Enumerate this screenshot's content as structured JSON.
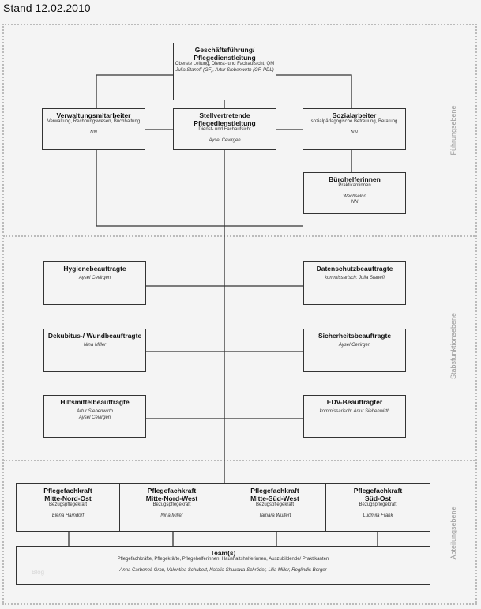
{
  "title": "Stand 12.02.2010",
  "levels": [
    "Führungsebene",
    "Stabsfunktionsebene",
    "Abteilungsebene"
  ],
  "boxes": {
    "gf": {
      "title": "Geschäftsführung/ Pflegedienstleitung",
      "subtitle": "Oberste Leitung, Dienst- und Fachaufsicht, QM",
      "person": "Julia Staneff (GF), Artur Siebenwirth (GF, PDL)"
    },
    "verwaltung": {
      "title": "Verwaltungsmitarbeiter",
      "subtitle": "Verwaltung, Rechnungswesen, Buchhaltung",
      "person": "NN"
    },
    "stellv": {
      "title": "Stellvertretende Pflegedienstleitung",
      "subtitle": "Dienst- und Fachaufsicht",
      "person": "Aysel Cevirgen"
    },
    "sozial": {
      "title": "Sozialarbeiter",
      "subtitle": "sozialpädagogische Betreuung, Beratung",
      "person": "NN"
    },
    "buero": {
      "title": "Bürohelferinnen",
      "subtitle": "Praktikantinnen",
      "person": "Wechselnd",
      "person2": "NN"
    },
    "hygiene": {
      "title": "Hygienebeauftragte",
      "person": "Aysel Cevirgen"
    },
    "datenschutz": {
      "title": "Datenschutzbeauftragte",
      "person": "kommissarisch: Julia Staneff"
    },
    "dekubitus": {
      "title": "Dekubitus-/ Wundbeauftragte",
      "person": "Nina Miller"
    },
    "sicherheit": {
      "title": "Sicherheitsbeauftragte",
      "person": "Aysel Cevirgen"
    },
    "hilfsmittel": {
      "title": "Hilfsmittelbeauftragte",
      "person": "Artur Siebenwirth",
      "person2": "Aysel Cevirgen"
    },
    "edv": {
      "title": "EDV-Beauftragter",
      "person": "kommissarisch: Artur Siebenwirth"
    },
    "pf": [
      {
        "title": "Pflegefachkraft",
        "area": "Mitte-Nord-Ost",
        "subtitle": "Bezugspflegekraft",
        "person": "Elena Harndorf"
      },
      {
        "title": "Pflegefachkraft",
        "area": "Mitte-Nord-West",
        "subtitle": "Bezugspflegekraft",
        "person": "Nina Miller"
      },
      {
        "title": "Pflegefachkraft",
        "area": "Mitte-Süd-West",
        "subtitle": "Bezugspflegekraft",
        "person": "Tamara Wulfert"
      },
      {
        "title": "Pflegefachkraft",
        "area": "Süd-Ost",
        "subtitle": "Bezugspflegekraft",
        "person": "Ludmila Frank"
      }
    ],
    "team": {
      "title": "Team(s)",
      "subtitle": "Pflegefachkräfte, Pflegekräfte, Pflegehelferinnen, Haushaltshelferinnen, Auszubildende/ Praktikanten",
      "person": "Anna Carbonell-Grau, Valentina Schubert, Natalia Shukowa-Schröder, Lilia Miller, Reglindis Berger"
    }
  },
  "watermark": "Blog"
}
